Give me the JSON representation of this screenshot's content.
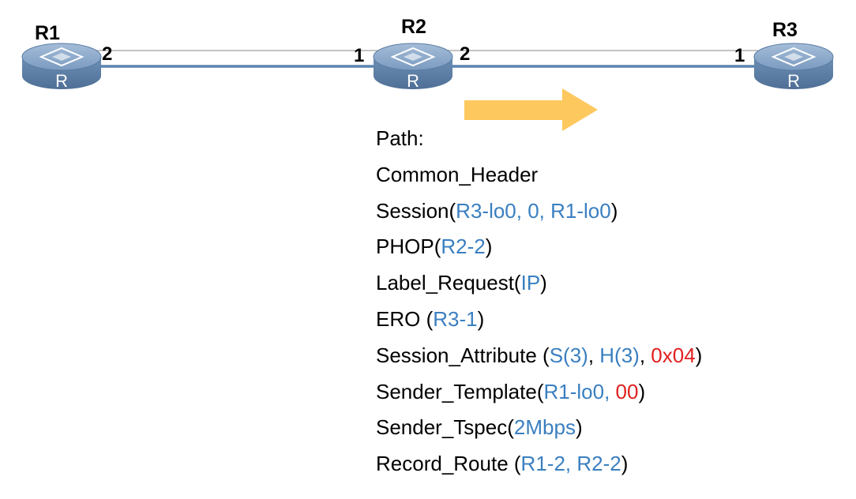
{
  "colors": {
    "router_body": "#6b8db3",
    "router_top": "#8aa8c9",
    "link": "#5b84b0",
    "arrow": "#fdc85e",
    "value_blue": "#3a7fc0",
    "value_red": "#e02020"
  },
  "icons": {
    "router": "router-icon",
    "direction": "right-arrow-icon"
  },
  "routers": [
    {
      "name": "R1",
      "letter": "R"
    },
    {
      "name": "R2",
      "letter": "R"
    },
    {
      "name": "R3",
      "letter": "R"
    }
  ],
  "links": [
    {
      "from_port": "2",
      "to_port": "1"
    },
    {
      "from_port": "2",
      "to_port": "1"
    }
  ],
  "message": {
    "title": "Path:",
    "objects": [
      {
        "name": "Common_Header",
        "open": "",
        "args": [],
        "close": ""
      },
      {
        "name": "Session",
        "open": "(",
        "args": [
          {
            "text": "R3-lo0, 0, R1-lo0",
            "color": "blue"
          }
        ],
        "close": ")"
      },
      {
        "name": "PHOP",
        "open": "(",
        "args": [
          {
            "text": "R2-2",
            "color": "blue"
          }
        ],
        "close": ")"
      },
      {
        "name": "Label_Request",
        "open": "(",
        "args": [
          {
            "text": "IP",
            "color": "blue"
          }
        ],
        "close": ")"
      },
      {
        "name": "ERO",
        "open": " (",
        "args": [
          {
            "text": "R3-1",
            "color": "blue"
          }
        ],
        "close": ")"
      },
      {
        "name": "Session_Attribute",
        "open": " (",
        "args": [
          {
            "text": "S(3)",
            "color": "blue"
          },
          {
            "text": ", ",
            "color": "black"
          },
          {
            "text": "H(3)",
            "color": "blue"
          },
          {
            "text": ", ",
            "color": "black"
          },
          {
            "text": "0x04",
            "color": "red"
          }
        ],
        "close": ")"
      },
      {
        "name": "Sender_Template",
        "open": "(",
        "args": [
          {
            "text": "R1-lo0, ",
            "color": "blue"
          },
          {
            "text": "00",
            "color": "red"
          }
        ],
        "close": ")"
      },
      {
        "name": "Sender_Tspec",
        "open": "(",
        "args": [
          {
            "text": "2Mbps",
            "color": "blue"
          }
        ],
        "close": ")"
      },
      {
        "name": "Record_Route",
        "open": " (",
        "args": [
          {
            "text": "R1-2, R2-2",
            "color": "blue"
          }
        ],
        "close": ")"
      }
    ]
  }
}
